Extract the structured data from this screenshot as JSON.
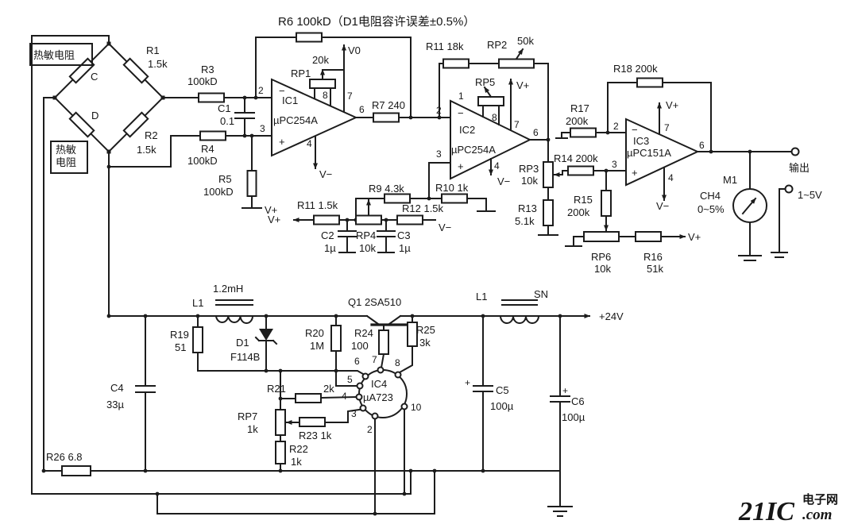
{
  "title": "R6 100kD（D1电阻容许误差±0.5%）",
  "supply": {
    "vplus": "V+",
    "vminus": "V−",
    "v0": "V0",
    "v24": "+24V",
    "plus": "+",
    "minus": "−"
  },
  "pins": {
    "n1": "1",
    "n2": "2",
    "n3": "3",
    "n4": "4",
    "n5": "5",
    "n6": "6",
    "n7": "7",
    "n8": "8",
    "n10": "10"
  },
  "bridge": {
    "top_label": "热敏电阻",
    "bottom_label_1": "热敏",
    "bottom_label_2": "电阻",
    "arm_c": "C",
    "arm_d": "D",
    "r1": "R1",
    "r1_value": "1.5k",
    "r2": "R2",
    "r2_value": "1.5k"
  },
  "amp_stage": {
    "r3": "R3",
    "r3_value": "100kD",
    "r4": "R4",
    "r4_value": "100kD",
    "r5": "R5",
    "r5_value": "100kD",
    "c1": "C1",
    "c1_value": "0.1",
    "ic1": "IC1",
    "ic1_model": "µPC254A",
    "rp1": "RP1",
    "rp1_value": "20k",
    "r7": "R7 240",
    "r11_top": "R11 18k",
    "rp2": "RP2",
    "rp2_value": "50k",
    "rp5": "RP5",
    "ic2": "IC2",
    "ic2_model": "µPC254A",
    "r9": "R9 4.3k",
    "r10": "R10 1k",
    "r11_mid": "R11 1.5k",
    "r12": "R12 1.5k",
    "c2": "C2",
    "c2_value": "1µ",
    "rp4": "RP4",
    "rp4_value": "10k",
    "c3": "C3",
    "c3_value": "1µ",
    "rp3": "RP3",
    "rp3_value": "10k",
    "r13": "R13",
    "r13_value": "5.1k",
    "r14": "R14 200k",
    "r15": "R15",
    "r15_value": "200k",
    "r17": "R17",
    "r17_value": "200k",
    "r18": "R18 200k",
    "ic3": "IC3",
    "ic3_model": "µPC151A",
    "rp6": "RP6",
    "rp6_value": "10k",
    "r16": "R16",
    "r16_value": "51k"
  },
  "output": {
    "m1": "M1",
    "ch4": "CH4",
    "range": "0~5%",
    "terminal": "输出",
    "range_v": "1~5V"
  },
  "psu": {
    "l1": "L1",
    "l1_value": "1.2mH",
    "sn": "SN",
    "r19": "R19",
    "r19_value": "51",
    "d1": "D1",
    "d1_value": "F114B",
    "r20": "R20",
    "r20_value": "1M",
    "q1": "Q1 2SA510",
    "r24": "R24",
    "r24_value": "100",
    "r25": "R25",
    "r25_value": "3k",
    "ic4": "IC4",
    "ic4_model": "µA723",
    "r21": "R21",
    "r21_value": "2k",
    "rp7": "RP7",
    "rp7_value": "1k",
    "r22": "R22",
    "r22_value": "1k",
    "r23": "R23 1k",
    "c4": "C4",
    "c4_value": "33µ",
    "r26": "R26 6.8",
    "c5": "C5",
    "c5_value": "100µ",
    "c6": "C6",
    "c6_value": "100µ"
  },
  "watermark": {
    "brand": "21IC",
    "site": "电子网",
    "tld": ".com",
    "color": "#ef9aa4"
  },
  "colors": {
    "ink": "#1c1c1c",
    "background": "#ffffff"
  }
}
